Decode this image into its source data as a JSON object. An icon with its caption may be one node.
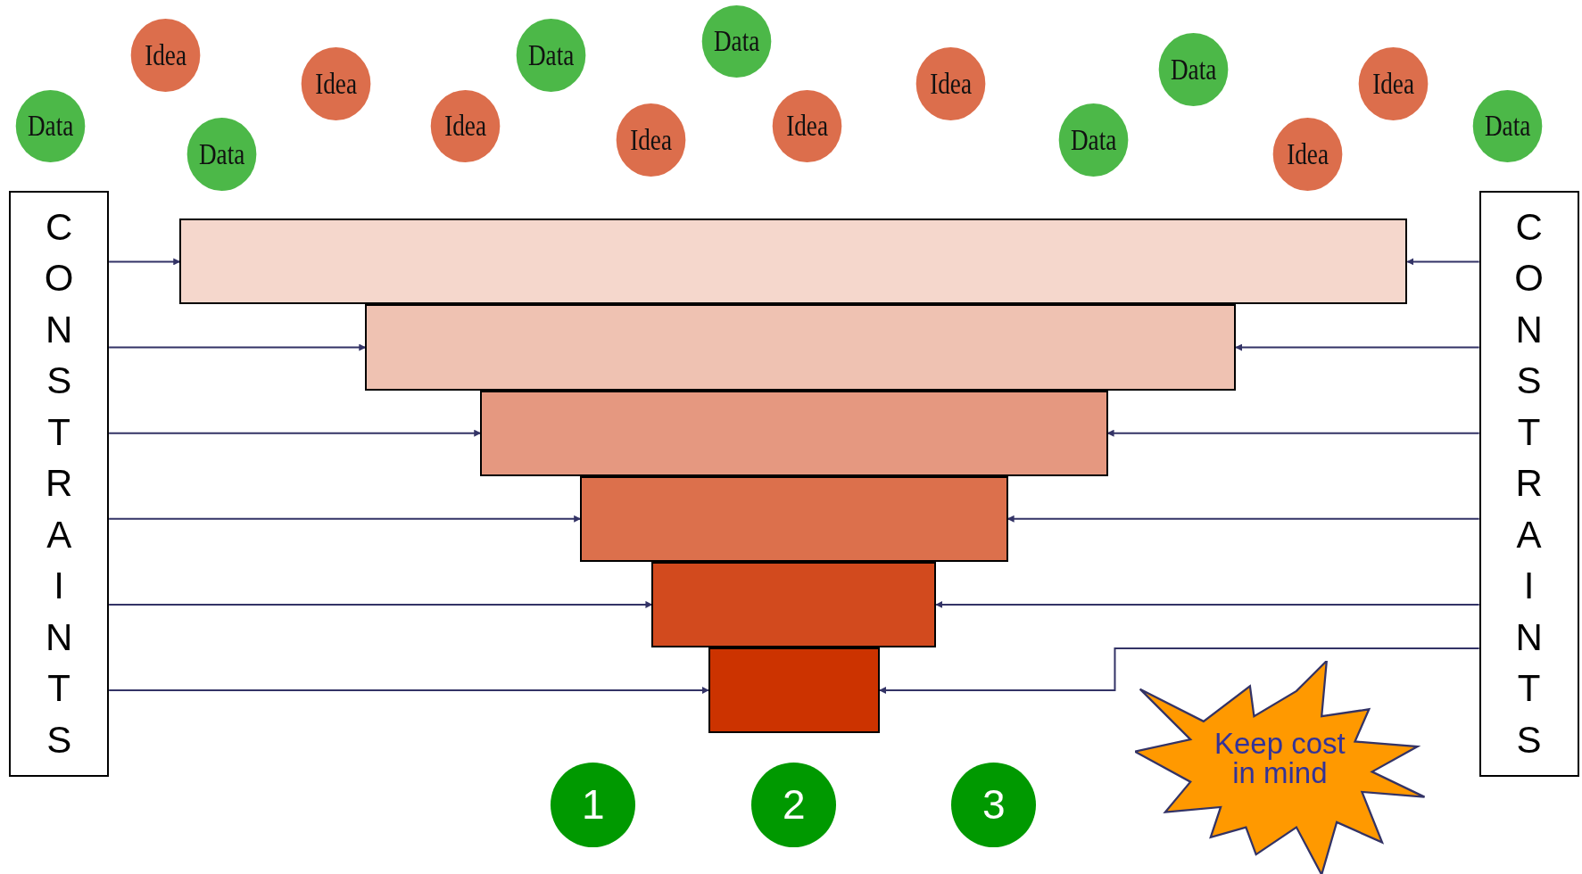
{
  "diagram": {
    "nodes": [
      {
        "text": [
          "Data"
        ]
      },
      {
        "text": [
          "Idea"
        ]
      },
      {
        "text": [
          "Data"
        ]
      },
      {
        "text": [
          "Idea"
        ]
      },
      {
        "text": [
          "Idea"
        ]
      },
      {
        "text": [
          "Data"
        ]
      },
      {
        "text": [
          "Idea"
        ]
      },
      {
        "text": [
          "Data"
        ]
      },
      {
        "text": [
          "Idea"
        ]
      },
      {
        "text": [
          "Idea"
        ]
      },
      {
        "text": [
          "Data"
        ]
      },
      {
        "text": [
          "Data"
        ]
      },
      {
        "text": [
          "Idea"
        ]
      },
      {
        "text": [
          "Idea"
        ]
      },
      {
        "text": [
          "Data"
        ]
      },
      {
        "text": [
          "CONSTRAINTS"
        ]
      },
      {
        "text": [],
        "shape": "bar"
      },
      {
        "text": [],
        "shape": "bar"
      },
      {
        "text": [],
        "shape": "bar"
      },
      {
        "text": [],
        "shape": "bar"
      },
      {
        "text": [],
        "shape": "bar"
      },
      {
        "text": [],
        "shape": "bar"
      },
      {
        "text": [
          "CONSTRAINTS"
        ]
      },
      {
        "text": [
          "1"
        ]
      },
      {
        "text": [
          "2"
        ]
      },
      {
        "text": [
          "3"
        ]
      },
      {
        "text": [
          "Keep cost in mind"
        ]
      }
    ],
    "edges": [
      {
        "from": 15,
        "to": 16,
        "arrow": "to"
      },
      {
        "from": 22,
        "to": 16,
        "arrow": "to"
      },
      {
        "from": 15,
        "to": 17,
        "arrow": "to"
      },
      {
        "from": 22,
        "to": 17,
        "arrow": "to"
      },
      {
        "from": 15,
        "to": 18,
        "arrow": "to"
      },
      {
        "from": 22,
        "to": 18,
        "arrow": "to"
      },
      {
        "from": 15,
        "to": 19,
        "arrow": "to"
      },
      {
        "from": 22,
        "to": 19,
        "arrow": "to"
      },
      {
        "from": 15,
        "to": 20,
        "arrow": "to"
      },
      {
        "from": 22,
        "to": 20,
        "arrow": "to"
      },
      {
        "from": 15,
        "to": 21,
        "arrow": "to"
      },
      {
        "from": 22,
        "to": 21,
        "arrow": "to"
      }
    ]
  }
}
